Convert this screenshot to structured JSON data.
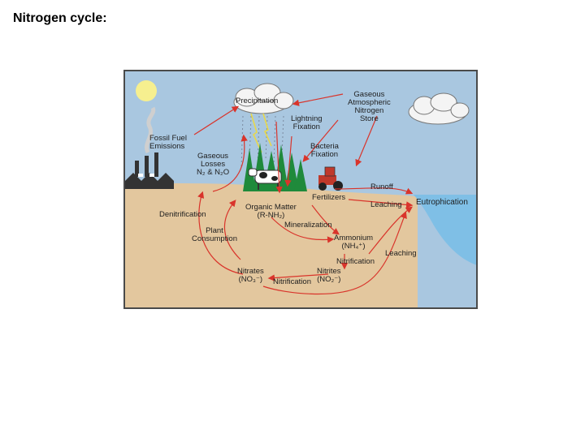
{
  "slide": {
    "title": "Nitrogen cycle:"
  },
  "diagram": {
    "labels": {
      "precipitation": "Precipitation",
      "gaseous_store": "Gaseous\nAtmospheric\nNitrogen\nStore",
      "lightning_fixation": "Lightning\nFixation",
      "bacteria_fixation": "Bacteria\nFixation",
      "fossil_fuel": "Fossil Fuel\nEmissions",
      "gaseous_losses": "Gaseous\nLosses\nN₂ & N₂O",
      "runoff": "Runoff",
      "fertilizers": "Fertilizers",
      "leaching_top": "Leaching",
      "eutrophication": "Eutrophication",
      "denitrification": "Denitrification",
      "organic_matter": "Organic Matter\n(R-NH₂)",
      "mineralization": "Mineralization",
      "plant_consumption": "Plant\nConsumption",
      "ammonium": "Ammonium\n(NH₄⁺)",
      "nitrification_right": "Nitrification",
      "leaching_bottom": "Leaching",
      "nitrates": "Nitrates\n(NO₃⁻)",
      "nitrification_bottom": "Nitrification",
      "nitrites": "Nitrites\n(NO₂⁻)"
    },
    "colors": {
      "sky": "#a9c7e0",
      "soil": "#e3c79e",
      "water": "#7fbfe6",
      "arrow": "#d9342b",
      "sun": "#f6ef8f",
      "tree": "#1f8a3b"
    }
  }
}
